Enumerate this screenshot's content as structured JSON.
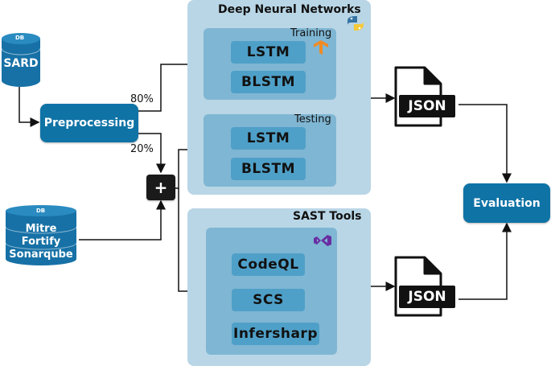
{
  "dnn": {
    "title": "Deep Neural Networks",
    "training": {
      "label": "Training",
      "models": [
        "LSTM",
        "BLSTM"
      ]
    },
    "testing": {
      "label": "Testing",
      "models": [
        "LSTM",
        "BLSTM"
      ]
    }
  },
  "sast": {
    "title": "SAST Tools",
    "tools": [
      "CodeQL",
      "SCS",
      "Infersharp"
    ]
  },
  "sources": {
    "sard": {
      "label": "SARD",
      "db_tag": "DB"
    },
    "tools_db": {
      "lines": [
        "Mitre",
        "Fortify",
        "Sonarqube"
      ],
      "db_tag": "DB"
    }
  },
  "preprocessing": {
    "label": "Preprocessing",
    "split_train": "80%",
    "split_test": "20%"
  },
  "combine": {
    "symbol": "+"
  },
  "outputs": {
    "json_top": "JSON",
    "json_bottom": "JSON"
  },
  "evaluation": {
    "label": "Evaluation"
  },
  "colors": {
    "dark_blue": "#0f73a6",
    "panel": "#b9d6e6",
    "inner": "#7fb6d3",
    "chip": "#4fa0c8"
  }
}
